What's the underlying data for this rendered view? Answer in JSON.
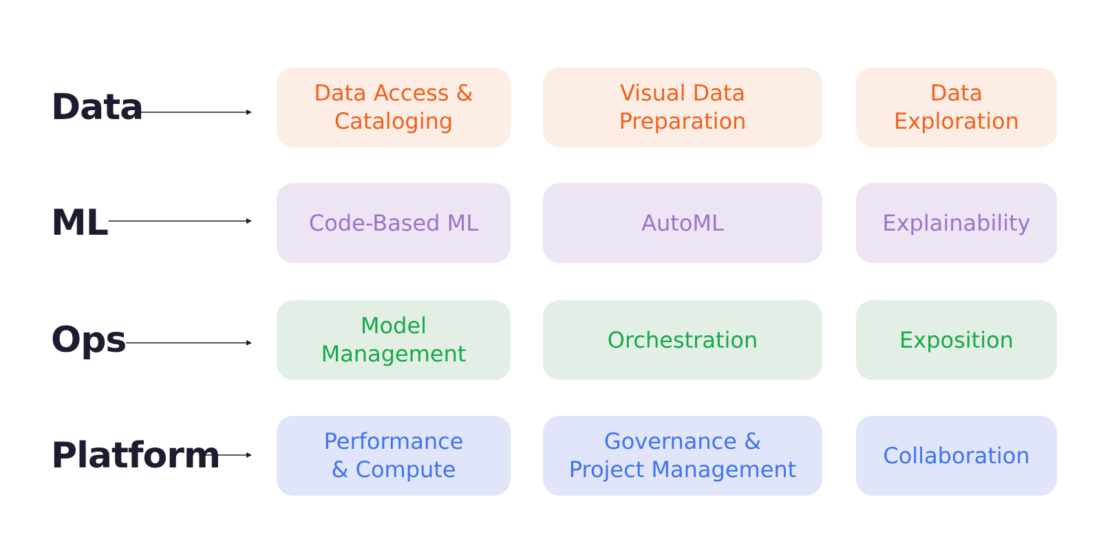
{
  "rows": [
    {
      "label": "Data",
      "cards": [
        "Data Access &\nCataloging",
        "Visual Data\nPreparation",
        "Data\nExploration"
      ],
      "text_color": "#f0601c",
      "bg_color": "#fdeee5"
    },
    {
      "label": "ML",
      "cards": [
        "Code-Based ML",
        "AutoML",
        "Explainability"
      ],
      "text_color": "#9a74c8",
      "bg_color": "#ede5f4"
    },
    {
      "label": "Ops",
      "cards": [
        "Model\nManagement",
        "Orchestration",
        "Exposition"
      ],
      "text_color": "#15a94a",
      "bg_color": "#e3efe4"
    },
    {
      "label": "Platform",
      "cards": [
        "Performance\n& Compute",
        "Governance &\nProject Management",
        "Collaboration"
      ],
      "text_color": "#3f73ee",
      "bg_color": "#e0e5f9"
    }
  ],
  "label_color": "#1d1b2f",
  "arrow_color": "#1d1b2f"
}
